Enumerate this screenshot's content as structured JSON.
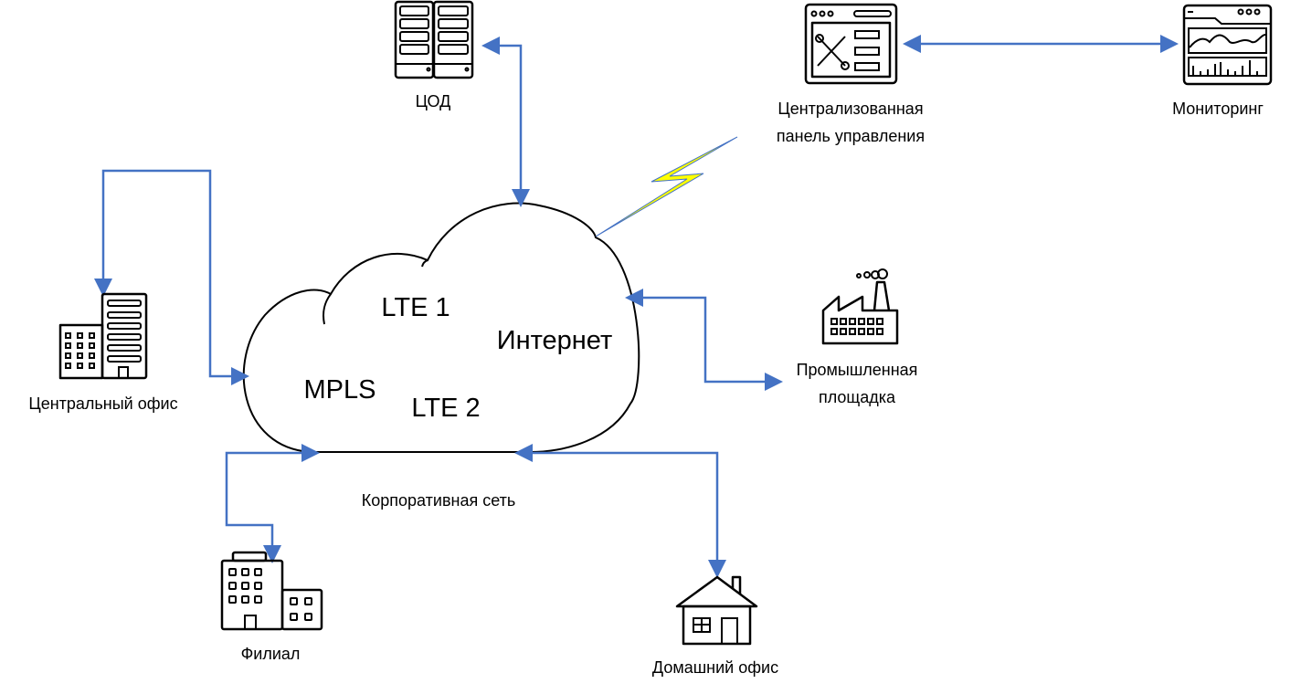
{
  "colors": {
    "connector": "#4472C4",
    "lightning": "#FFFF00",
    "cloud_stroke": "#000000"
  },
  "cloud": {
    "labels": {
      "lte1": "LTE 1",
      "internet": "Интернет",
      "mpls": "MPLS",
      "lte2": "LTE 2"
    },
    "caption": "Корпоративная сеть"
  },
  "nodes": {
    "datacenter": {
      "label": "ЦОД",
      "icon": "server-rack-icon"
    },
    "control_panel": {
      "label_line1": "Централизованная",
      "label_line2": "панель управления",
      "icon": "settings-dashboard-icon"
    },
    "monitoring": {
      "label": "Мониторинг",
      "icon": "monitoring-dashboard-icon"
    },
    "industrial": {
      "label_line1": "Промышленная",
      "label_line2": "площадка",
      "icon": "factory-icon"
    },
    "central_office": {
      "label": "Центральный офис",
      "icon": "office-building-icon"
    },
    "branch": {
      "label": "Филиал",
      "icon": "branch-building-icon"
    },
    "home_office": {
      "label": "Домашний офис",
      "icon": "house-icon"
    }
  }
}
